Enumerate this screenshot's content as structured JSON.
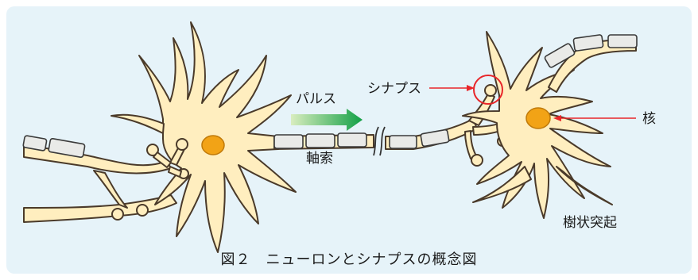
{
  "labels": {
    "pulse": "パルス",
    "axon": "軸索",
    "synapse": "シナプス",
    "nucleus": "核",
    "dendrite": "樹状突起"
  },
  "caption": "図２　ニューロンとシナプスの概念図",
  "colors": {
    "background": "#e6f3f9",
    "cell_fill": "#ffeebf",
    "cell_outline": "#4a3a2a",
    "nucleus": "#f2a316",
    "myelin": "#e9eae8",
    "pointer": "#e8262a",
    "pulse_arrow_start": "#cfe8b0",
    "pulse_arrow_end": "#1aa34a"
  }
}
